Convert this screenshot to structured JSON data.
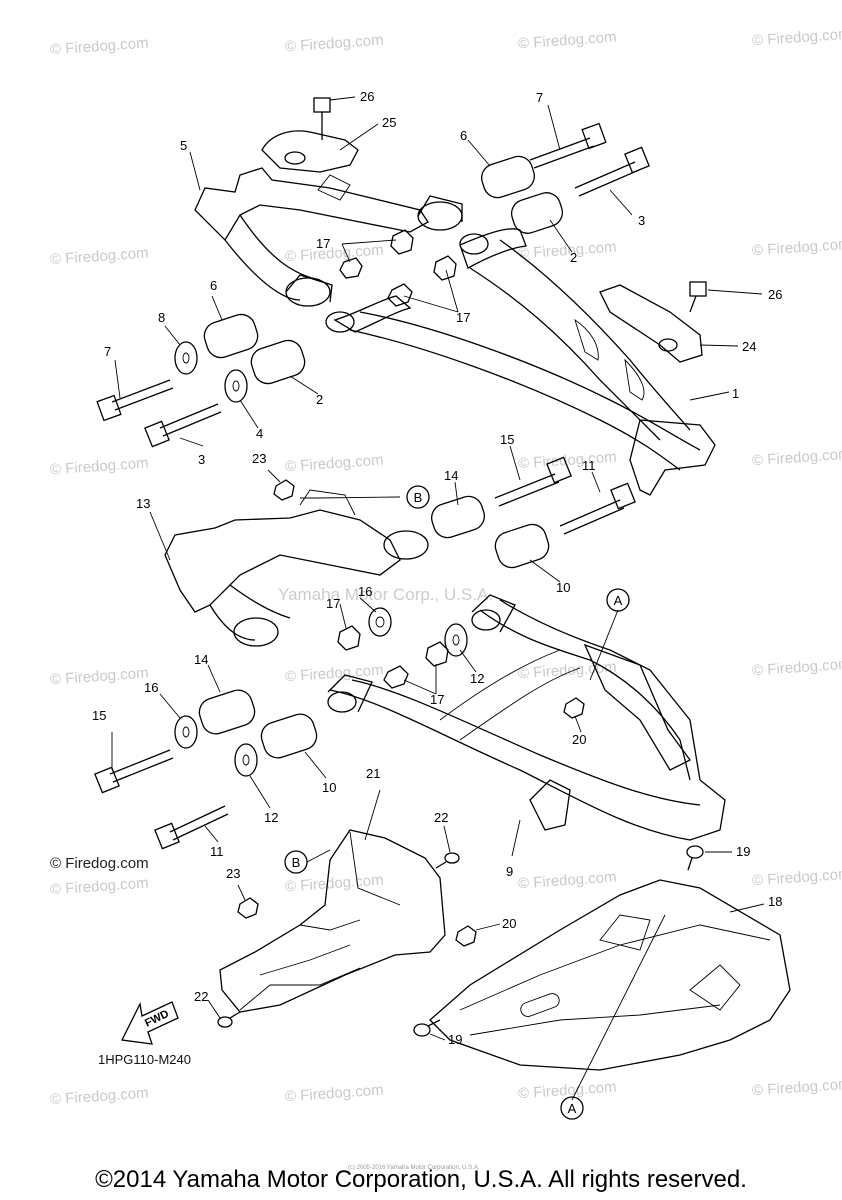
{
  "watermark": "© Firedog.com",
  "center_watermark": "Yamaha Motor Corp., U.S.A.",
  "firedog_mark": "© Firedog.com",
  "diagram_code": "1HPG110-M240",
  "fwd_label": "FWD",
  "tiny_text": "(c) 2005-2016 Yamaha Motor Corporation, U.S.A.",
  "copyright": "©2014 Yamaha Motor Corporation, U.S.A. All rights reserved.",
  "callouts": [
    {
      "id": "c26a",
      "text": "26"
    },
    {
      "id": "c25",
      "text": "25"
    },
    {
      "id": "c7a",
      "text": "7"
    },
    {
      "id": "c5",
      "text": "5"
    },
    {
      "id": "c6a",
      "text": "6"
    },
    {
      "id": "c3a",
      "text": "3"
    },
    {
      "id": "c17a",
      "text": "17"
    },
    {
      "id": "c2a",
      "text": "2"
    },
    {
      "id": "c26b",
      "text": "26"
    },
    {
      "id": "c24",
      "text": "24"
    },
    {
      "id": "c17b",
      "text": "17"
    },
    {
      "id": "c6b",
      "text": "6"
    },
    {
      "id": "c8",
      "text": "8"
    },
    {
      "id": "c7b",
      "text": "7"
    },
    {
      "id": "c2b",
      "text": "2"
    },
    {
      "id": "c1",
      "text": "1"
    },
    {
      "id": "c4",
      "text": "4"
    },
    {
      "id": "c3b",
      "text": "3"
    },
    {
      "id": "c23a",
      "text": "23"
    },
    {
      "id": "c15a",
      "text": "15"
    },
    {
      "id": "c11a",
      "text": "11"
    },
    {
      "id": "c14a",
      "text": "14"
    },
    {
      "id": "c13",
      "text": "13"
    },
    {
      "id": "c10a",
      "text": "10"
    },
    {
      "id": "c16a",
      "text": "16"
    },
    {
      "id": "c17c",
      "text": "17"
    },
    {
      "id": "c14b",
      "text": "14"
    },
    {
      "id": "c12a",
      "text": "12"
    },
    {
      "id": "c17d",
      "text": "17"
    },
    {
      "id": "c20a",
      "text": "20"
    },
    {
      "id": "c16b",
      "text": "16"
    },
    {
      "id": "c15b",
      "text": "15"
    },
    {
      "id": "c10b",
      "text": "10"
    },
    {
      "id": "c12b",
      "text": "12"
    },
    {
      "id": "c11b",
      "text": "11"
    },
    {
      "id": "c21",
      "text": "21"
    },
    {
      "id": "c22a",
      "text": "22"
    },
    {
      "id": "c9",
      "text": "9"
    },
    {
      "id": "c19a",
      "text": "19"
    },
    {
      "id": "c23b",
      "text": "23"
    },
    {
      "id": "c18",
      "text": "18"
    },
    {
      "id": "c20b",
      "text": "20"
    },
    {
      "id": "c22b",
      "text": "22"
    },
    {
      "id": "c19b",
      "text": "19"
    }
  ],
  "circled": [
    {
      "id": "B1",
      "text": "B"
    },
    {
      "id": "A1",
      "text": "A"
    },
    {
      "id": "B2",
      "text": "B"
    },
    {
      "id": "A2",
      "text": "A"
    }
  ]
}
